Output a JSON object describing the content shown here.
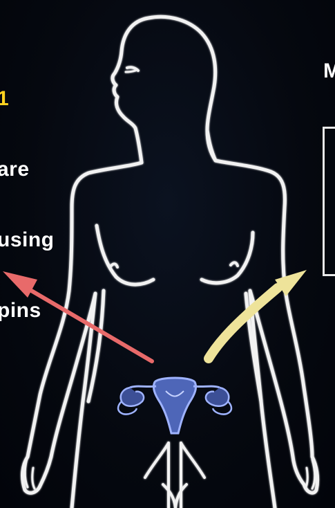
{
  "left_caption": {
    "line1": "1",
    "line2": "are",
    "line3": "using",
    "line4": "pins"
  },
  "right_caption": {
    "text": "M"
  },
  "colors": {
    "outline": "#f2f2f2",
    "caption_accent": "#ffd21f",
    "arrow_left": "#e86a6a",
    "arrow_right": "#eee39a",
    "uterus_fill": "#4e66b8",
    "uterus_stroke": "#9fb3ff"
  },
  "icons": {
    "body": "female-body-outline-icon",
    "uterus": "uterus-icon",
    "arrow_left": "red-arrow-icon",
    "arrow_right": "yellow-arrow-icon"
  }
}
